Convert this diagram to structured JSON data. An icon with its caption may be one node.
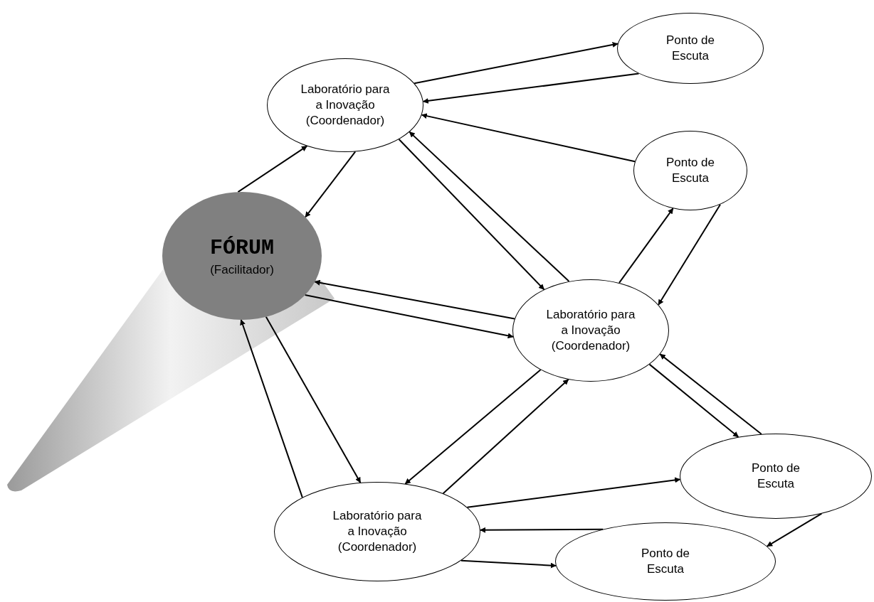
{
  "diagram": {
    "nodes": [
      {
        "text": [
          "FÓRUM",
          "(Facilitador)"
        ]
      },
      {
        "text": [
          "Laboratório para a Inovação (Coordenador)"
        ]
      },
      {
        "text": [
          "Ponto de Escuta"
        ]
      },
      {
        "text": [
          "Ponto de Escuta"
        ]
      },
      {
        "text": [
          "Laboratório para a Inovação (Coordenador)"
        ]
      },
      {
        "text": [
          "Ponto de Escuta"
        ]
      },
      {
        "text": [
          "Laboratório para a Inovação (Coordenador)"
        ]
      },
      {
        "text": [
          "Ponto de Escuta"
        ]
      }
    ],
    "edges": [
      {
        "from": 0,
        "to": 1,
        "arrow": "to"
      },
      {
        "from": 1,
        "to": 0,
        "arrow": "to"
      },
      {
        "from": 1,
        "to": 2,
        "arrow": "to"
      },
      {
        "from": 2,
        "to": 1,
        "arrow": "to"
      },
      {
        "from": 3,
        "to": 1,
        "arrow": "to"
      },
      {
        "from": 1,
        "to": 4,
        "arrow": "to"
      },
      {
        "from": 4,
        "to": 1,
        "arrow": "to"
      },
      {
        "from": 4,
        "to": 3,
        "arrow": "to"
      },
      {
        "from": 3,
        "to": 4,
        "arrow": "to"
      },
      {
        "from": 4,
        "to": 0,
        "arrow": "to"
      },
      {
        "from": 0,
        "to": 4,
        "arrow": "to"
      },
      {
        "from": 4,
        "to": 6,
        "arrow": "to"
      },
      {
        "from": 6,
        "to": 4,
        "arrow": "to"
      },
      {
        "from": 0,
        "to": 6,
        "arrow": "to"
      },
      {
        "from": 6,
        "to": 0,
        "arrow": "to"
      },
      {
        "from": 4,
        "to": 5,
        "arrow": "to"
      },
      {
        "from": 5,
        "to": 4,
        "arrow": "to"
      },
      {
        "from": 6,
        "to": 5,
        "arrow": "to"
      },
      {
        "from": 7,
        "to": 6,
        "arrow": "to"
      },
      {
        "from": 5,
        "to": 7,
        "arrow": "to"
      },
      {
        "from": 6,
        "to": 7,
        "arrow": "to"
      }
    ]
  }
}
